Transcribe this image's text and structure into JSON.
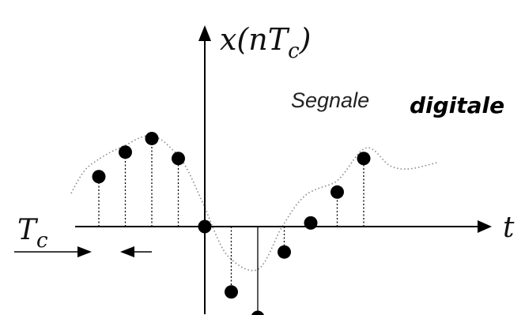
{
  "labels": {
    "y_axis": "x(nT",
    "y_axis_sub": "c",
    "y_axis_close": ")",
    "x_axis": "t",
    "period": "T",
    "period_sub": "c",
    "title_part1": "Segnale",
    "title_part2": "digitale"
  },
  "samples": [
    {
      "n": -4,
      "value": 0.55
    },
    {
      "n": -3,
      "value": 0.82
    },
    {
      "n": -2,
      "value": 0.97
    },
    {
      "n": -1,
      "value": 0.75
    },
    {
      "n": 0,
      "value": 0.0
    },
    {
      "n": 1,
      "value": -0.72
    },
    {
      "n": 2,
      "value": -1.0
    },
    {
      "n": 3,
      "value": -0.28
    },
    {
      "n": 4,
      "value": 0.04
    },
    {
      "n": 5,
      "value": 0.38
    },
    {
      "n": 6,
      "value": 0.75
    }
  ],
  "colors": {
    "ink": "#000000",
    "curve": "#888888"
  }
}
